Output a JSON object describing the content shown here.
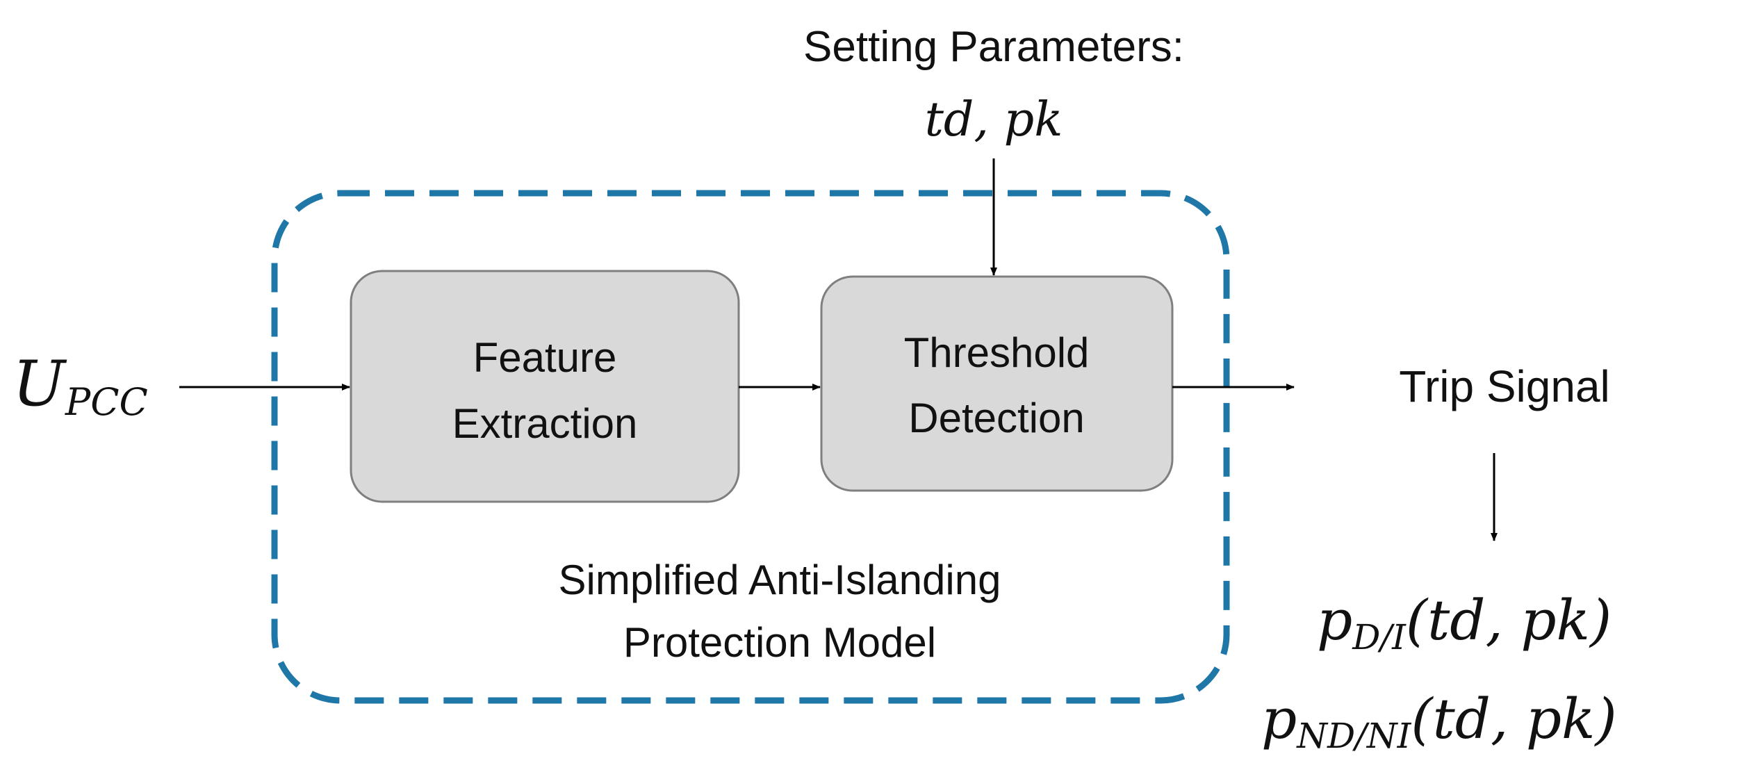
{
  "colors": {
    "container_border": "#1f77a8",
    "block_fill": "#d9d9d9",
    "block_border": "#7f7f7f",
    "arrow": "#000000",
    "text": "#111111"
  },
  "setting_parameters": {
    "label": "Setting Parameters:",
    "math": "td, pk"
  },
  "input": {
    "symbol": "U",
    "subscript": "PCC"
  },
  "blocks": {
    "feature_extraction": {
      "line1": "Feature",
      "line2": "Extraction"
    },
    "threshold_detection": {
      "line1": "Threshold",
      "line2": "Detection"
    }
  },
  "container": {
    "line1": "Simplified Anti-Islanding",
    "line2": "Protection Model"
  },
  "output": {
    "label": "Trip Signal",
    "prob1": {
      "symbol": "p",
      "subscript": "D/I",
      "args": "(td, pk)"
    },
    "prob2": {
      "symbol": "p",
      "subscript": "ND/NI",
      "args": "(td, pk)"
    }
  }
}
